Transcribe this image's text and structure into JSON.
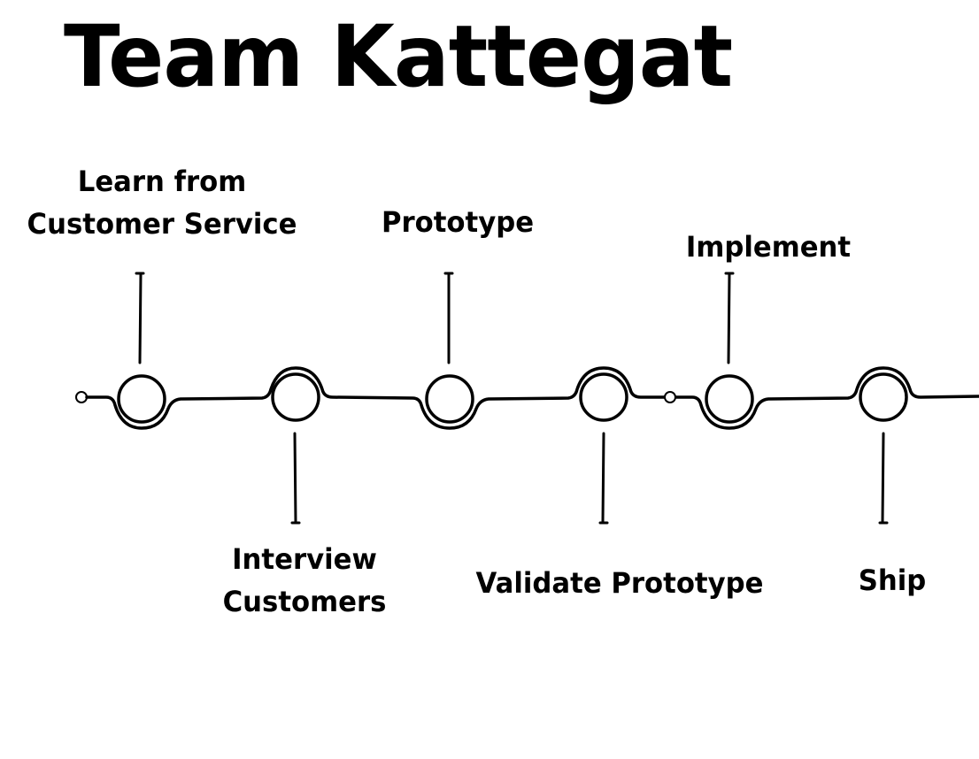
{
  "title": "Team Kattegat",
  "stages": [
    {
      "label_line1": "Learn from",
      "label_line2": "Customer Service",
      "position": "above"
    },
    {
      "label_line1": "Interview",
      "label_line2": "Customers",
      "position": "below"
    },
    {
      "label_line1": "Prototype",
      "label_line2": "",
      "position": "above"
    },
    {
      "label_line1": "Validate Prototype",
      "label_line2": "",
      "position": "below"
    },
    {
      "label_line1": "Implement",
      "label_line2": "",
      "position": "above"
    },
    {
      "label_line1": "Ship",
      "label_line2": "",
      "position": "below"
    }
  ],
  "colors": {
    "ink": "#000000",
    "background": "#ffffff"
  }
}
